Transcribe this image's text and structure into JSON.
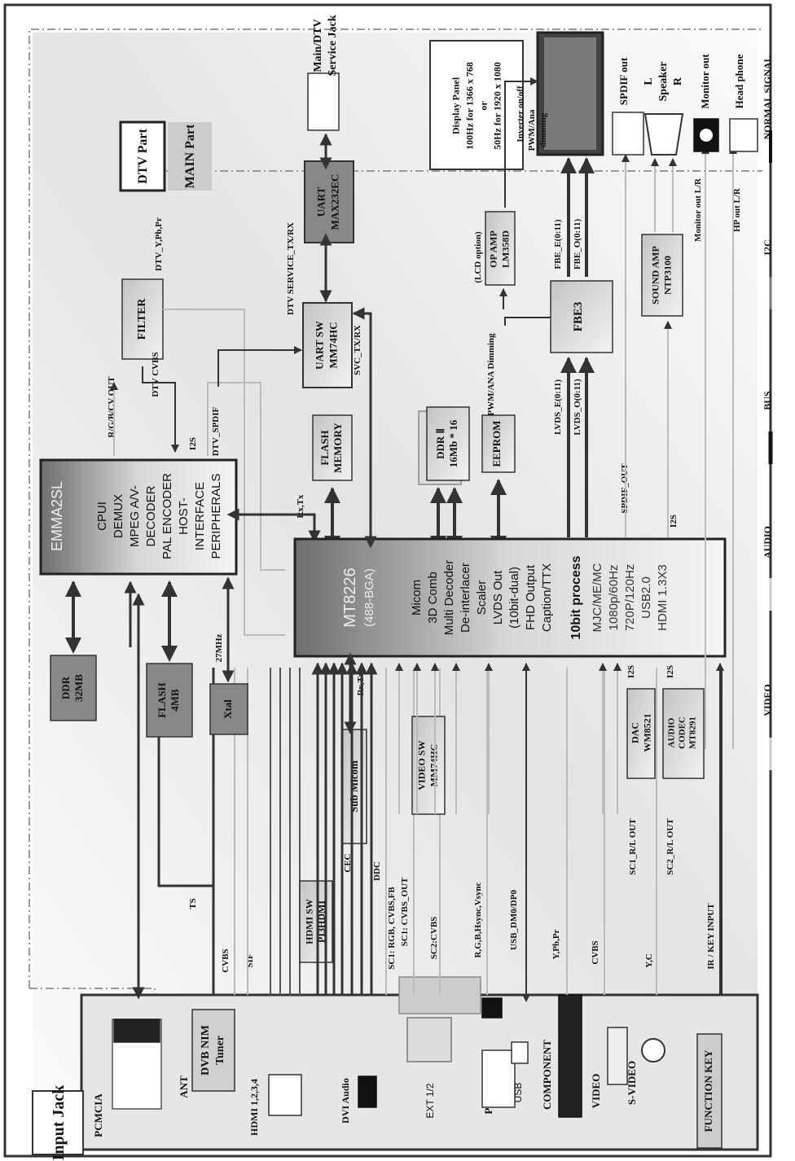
{
  "parts": {
    "dtv": "DTV Part",
    "main": "MAIN Part"
  },
  "input_jack": {
    "title": "Input Jack",
    "pcmcia": "PCMCIA",
    "ant": "ANT",
    "tuner": [
      "DVB NIM",
      "Tuner"
    ],
    "hdmi": "HDMI 1,2,3,4",
    "dvi_audio": "DVI Audio",
    "ext": "EXT 1/2",
    "pc": "PC",
    "usb": "USB",
    "component": "COMPONENT",
    "video": "VIDEO",
    "svideo": "S-VIDEO",
    "function_key": "FUNCTION KEY"
  },
  "signals": {
    "ts": "TS",
    "cvbs": "CVBS",
    "sif": "SIF",
    "sc1_rgb": "SC1: RGB, CVBS,FB",
    "sc1_cvbs_out": "SC1: CVBS_OUT",
    "sc2_cvbs": "SC2:CVBS",
    "rgb_sync": "R,G,B,Hsync,Vsync",
    "usb_dm": "USB_DM0/DP0",
    "ypbpr": "Y,Pb,Pr",
    "cvbs2": "CVBS",
    "yc": "Y,C",
    "ir": "IR / KEY INPUT",
    "cec": "CEC",
    "ddc": "DDC",
    "rxtx1": "Rx,Tx",
    "rxtx2": "Rx,Tx",
    "sc1_rl": "SC1_R/L OUT",
    "sc2_rl": "SC2_R/L OUT",
    "i2s_dac": "I2S",
    "i2s_codec": "I2S",
    "i2s_snd": "I2S",
    "i2s_emma": "I2S",
    "spdif_out": "SPDIF_OUT",
    "lvds_e": "LVDS_E(0:11)",
    "lvds_o": "LVDS_O(0:11)",
    "fbe_e": "FBE_E(0:11)",
    "fbe_o": "FBE_O(0:11)",
    "pwm_dim": "PWM/ANA Dimming",
    "inverter": "Inverter on/off",
    "pwm_ana": "PWM/Ana",
    "dimming": "dimming",
    "lcd_opt": "(LCD option)",
    "svc": "SVC_TX/RX",
    "dtv_svc": "DTV SERVICE_TX/RX",
    "rgbcv": "R/G/B/CV OUT",
    "dtv_cvbs": "DTV CVBS",
    "dtv_ypbpr": "DTV_Y,Pb,Pr",
    "dtv_spdif": "DTV_SPDIF",
    "mhz": "27MHz",
    "mon_lr": "Monitor out L/R",
    "hp_lr": "HP out L/R"
  },
  "blocks": {
    "hdmi_sw": [
      "HDMI SW",
      "PI3HDMI"
    ],
    "sub_micom": "Sub Micom",
    "video_sw": [
      "VIDEO SW",
      "MM74HC"
    ],
    "dac": [
      "DAC",
      "WM8521"
    ],
    "codec": [
      "AUDIO",
      "CODEC",
      "MT8291"
    ],
    "ddr32": [
      "DDR",
      "32MB"
    ],
    "flash4": [
      "FLASH",
      "4MB"
    ],
    "xtal": "Xtal",
    "emma_title": "EMMA2SL",
    "emma_lines": [
      "CPUI",
      "DEMUX",
      "MPEG A/V-",
      "DECODER",
      "PAL ENCODER",
      "HOST-",
      "INTERFACE",
      "PERIPHERALS"
    ],
    "filter": "FILTER",
    "flash_mem": [
      "FLASH",
      "MEMORY"
    ],
    "ddr2": [
      "DDR Ⅱ",
      "16Mb * 16"
    ],
    "eeprom": "EEPROM",
    "mt_title": "MT8226",
    "mt_sub": "(488-BGA)",
    "mt_lines": [
      "Micom",
      "3D Comb",
      "Multi Decoder",
      "De-interlacer",
      "Scaler",
      "LVDS Out",
      "(10bit-dual)",
      "FHD Output",
      "Caption/TTX"
    ],
    "mt_bold": "10bit process",
    "mt_lines2": [
      "MJC/ME/MC",
      "1080p/60Hz",
      "720P/120Hz",
      "USB2.0",
      "HDMI 1.3X3"
    ],
    "uart_sw": [
      "UART SW",
      "MM74HC"
    ],
    "uart": [
      "UART",
      "MAX232EC"
    ],
    "fbe3": "FBE3",
    "opamp": [
      "OP AMP",
      "LM358D"
    ],
    "sound_amp": [
      "SOUND AMP",
      "NTP3100"
    ]
  },
  "outputs": {
    "service": [
      "Main/DTV",
      "Service Jack"
    ],
    "display": [
      "Display Panel",
      "100Hz for 1366 x 768",
      "or",
      "50Hz for 1920 x 1080"
    ],
    "spdif": "SPDIF out",
    "speaker": [
      "L",
      "Speaker",
      "R"
    ],
    "monitor": "Monitor out",
    "headphone": "Head phone"
  },
  "legend": {
    "normal": "NORMAL SIGNAL",
    "i2c": "I2C",
    "bus": "BUS",
    "audio": "AUDIO",
    "video": "VIDEO"
  }
}
